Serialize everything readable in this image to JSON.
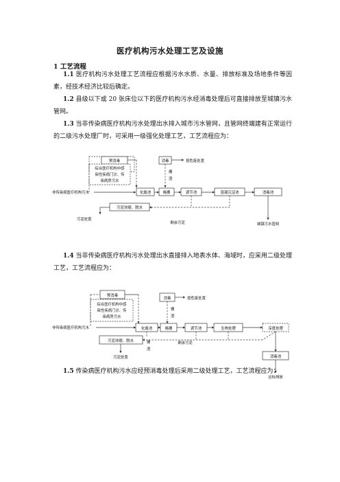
{
  "title": "医疗机构污水处理工艺及设施",
  "section": "1 工艺流程",
  "paragraphs": [
    {
      "num": "1.1",
      "text": "医疗机构污水处理工艺流程应根据污水水质、水量、排放标准及场地条件等因素，经技术经济比较后确定。"
    },
    {
      "num": "1.2",
      "text": "县级以下或 20 张床位以下的医疗机构污水经消毒处理后可直接排放至城镇污水管网。"
    },
    {
      "num": "1.3",
      "text": "当非传染病医疗机构污水处理出水排入城市污水管网，且管网终端建有正常运行的二级污水处理厂时，可采用一级强化处理工艺，工艺流程应为："
    },
    {
      "num": "1.4",
      "text": "当非传染病医疗机构污水处理出水直接排入地表水体、海域时，应采用二级处理工艺，工艺流程应为："
    },
    {
      "num": "1.5",
      "text": "传染病医疗机构污水应经预消毒处理后采用二级处理工艺，工艺流程应为："
    }
  ],
  "diagram1": {
    "predisinfect": "预消毒",
    "combined": [
      "综合医疗机构中感",
      "染性疾病门诊、传",
      "染病房污水"
    ],
    "disinfect": "消毒",
    "hazard": "按危废处置",
    "screen_waste": [
      "栅",
      "渣"
    ],
    "inflow": "非传染病医疗机构污水",
    "septic": "化粪池",
    "grille": "格栅",
    "regulating": "调节池",
    "coag": "混凝沉淀池",
    "disinfect_tank": "消毒池",
    "sludge_box": "污泥浓缩、脱水",
    "sludge_disposal": "污泥处置",
    "residual": "剩余污泥",
    "city_pipe": "城镇污水管网"
  },
  "diagram2": {
    "predisinfect": "预消毒",
    "combined": [
      "综合医疗机构中感",
      "染性疾病门诊、传",
      "染病房污水"
    ],
    "disinfect": "消毒",
    "hazard": "按危废处置",
    "screen_waste_top": [
      "栅",
      "渣"
    ],
    "screen_waste_bottom": [
      "栅",
      "渣"
    ],
    "inflow": "非传染病医疗机构污水",
    "septic": "化粪池",
    "grille": "格栅",
    "regulating": "调节池",
    "bio": "生物处理",
    "deep": "深度处理",
    "disinfect_tank": "消毒池",
    "sludge_box": "污泥浓缩、脱水",
    "residual": "剩余污泥",
    "sludge_disposal": "污泥处置",
    "discharge": "达标排放"
  }
}
